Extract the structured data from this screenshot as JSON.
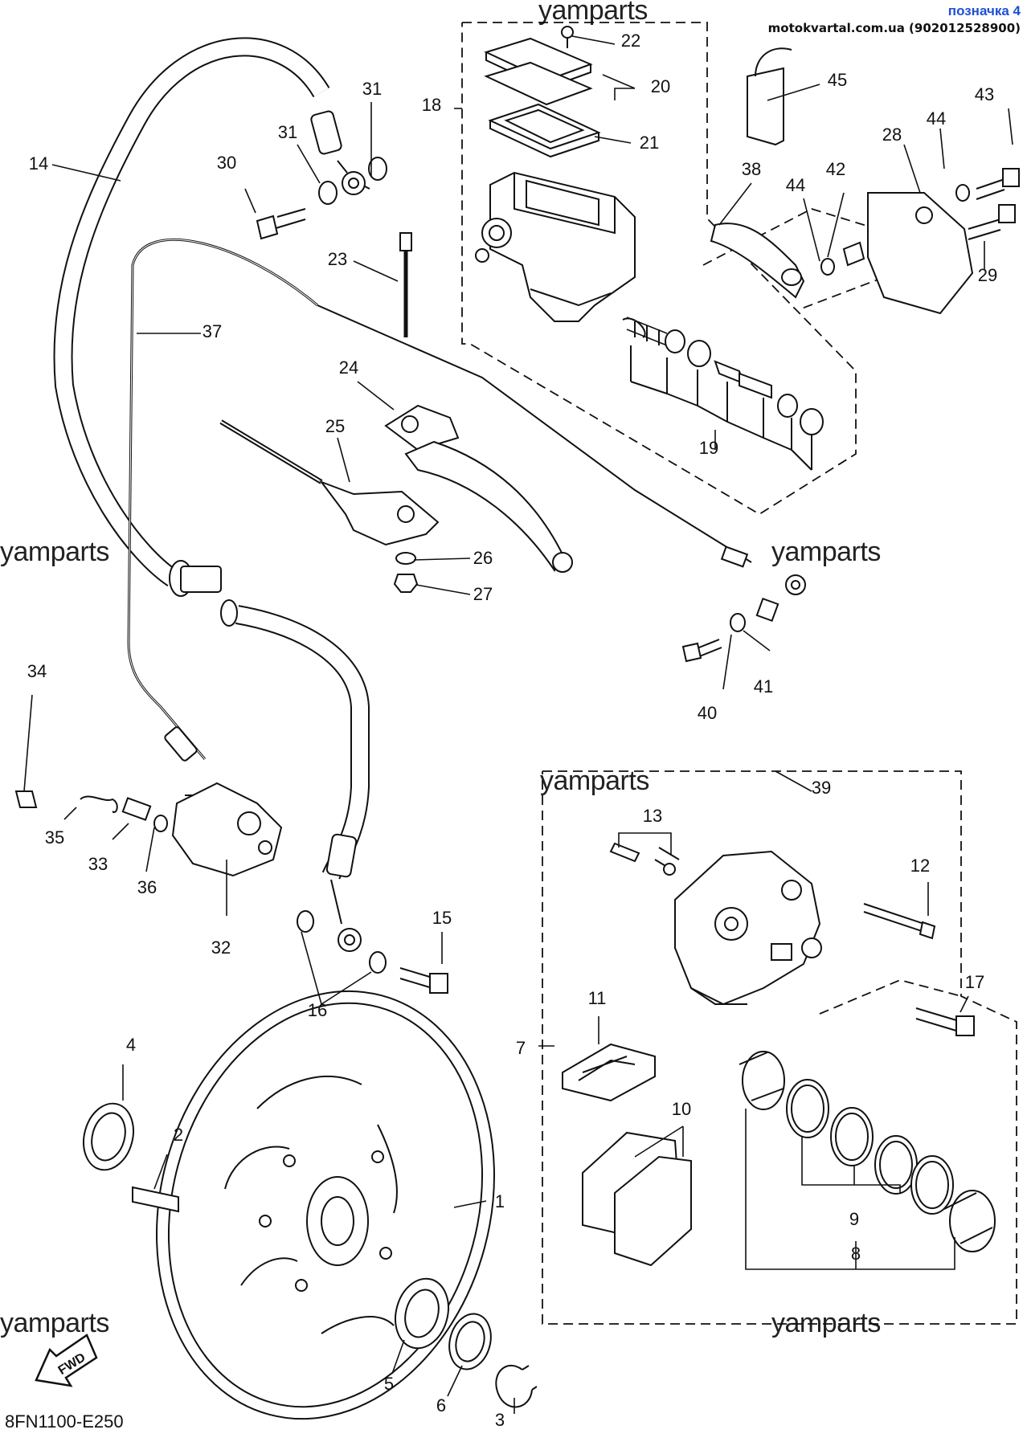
{
  "header": {
    "title": "позначка 4",
    "site": "motokvartal.com.ua (902012528900)"
  },
  "watermark": "yamparts",
  "diagram_code": "8FN1100-E250",
  "fwd_label": "FWD",
  "callouts": [
    "1",
    "2",
    "3",
    "4",
    "5",
    "6",
    "7",
    "8",
    "9",
    "10",
    "11",
    "12",
    "13",
    "14",
    "15",
    "16",
    "17",
    "18",
    "19",
    "20",
    "21",
    "22",
    "23",
    "24",
    "25",
    "26",
    "27",
    "28",
    "29",
    "30",
    "31",
    "31",
    "32",
    "33",
    "34",
    "35",
    "36",
    "37",
    "38",
    "39",
    "40",
    "41",
    "42",
    "43",
    "44",
    "44",
    "45"
  ]
}
